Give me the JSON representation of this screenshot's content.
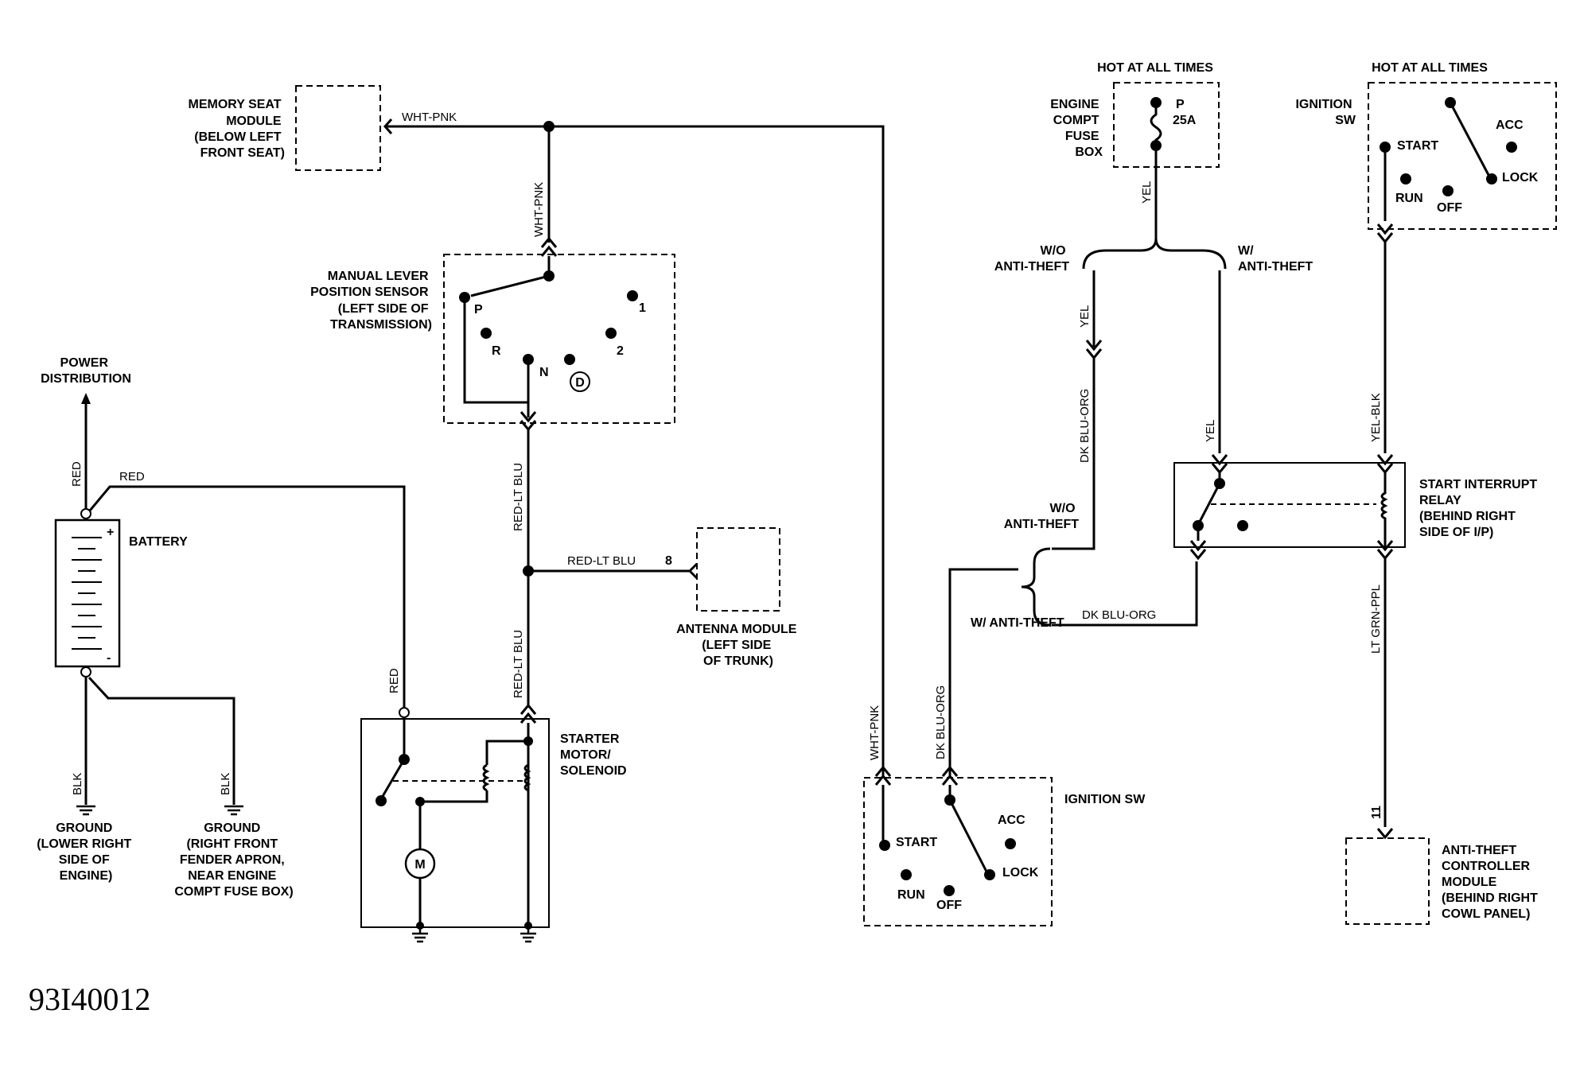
{
  "labels": {
    "memory_seat": [
      "MEMORY SEAT",
      "MODULE",
      "(BELOW LEFT",
      "FRONT SEAT)"
    ],
    "manual_lever": [
      "MANUAL LEVER",
      "POSITION SENSOR",
      "(LEFT SIDE OF",
      "TRANSMISSION)"
    ],
    "power_distribution": [
      "POWER",
      "DISTRIBUTION"
    ],
    "battery": "BATTERY",
    "antenna": [
      "ANTENNA MODULE",
      "(LEFT SIDE",
      "OF TRUNK)"
    ],
    "starter": [
      "STARTER",
      "MOTOR/",
      "SOLENOID"
    ],
    "ground_engine": [
      "GROUND",
      "(LOWER RIGHT",
      "SIDE OF",
      "ENGINE)"
    ],
    "ground_fender": [
      "GROUND",
      "(RIGHT FRONT",
      "FENDER APRON,",
      "NEAR ENGINE",
      "COMPT FUSE BOX)"
    ],
    "hot_left": "HOT AT ALL TIMES",
    "hot_right": "HOT AT ALL TIMES",
    "fuse_box": [
      "ENGINE",
      "COMPT",
      "FUSE",
      "BOX"
    ],
    "fuse_id": "P",
    "fuse_rating": "25A",
    "ign_sw_top": [
      "IGNITION",
      "SW"
    ],
    "ign_sw_bottom": "IGNITION SW",
    "wo_top": [
      "W/O",
      "ANTI-THEFT"
    ],
    "w_top": [
      "W/",
      "ANTI-THEFT"
    ],
    "wo_mid": [
      "W/O",
      "ANTI-THEFT"
    ],
    "w_mid": "W/ ANTI-THEFT",
    "relay": [
      "START INTERRUPT",
      "RELAY",
      "(BEHIND RIGHT",
      "SIDE OF I/P)"
    ],
    "anti_theft_module": [
      "ANTI-THEFT",
      "CONTROLLER",
      "MODULE",
      "(BEHIND RIGHT",
      "COWL PANEL)"
    ],
    "figure_id": "93I40012"
  },
  "sw_positions": {
    "start": "START",
    "acc": "ACC",
    "run": "RUN",
    "off": "OFF",
    "lock": "LOCK"
  },
  "prndl": {
    "p": "P",
    "r": "R",
    "n": "N",
    "d": "D",
    "two": "2",
    "one": "1"
  },
  "motor": "M",
  "wires": {
    "wht_pnk_h": "WHT-PNK",
    "wht_pnk_v": "WHT-PNK",
    "wht_pnk_ign": "WHT-PNK",
    "red_ltblu_1": "RED-LT BLU",
    "red_ltblu_2": "RED-LT BLU",
    "red_ltblu_ant": "RED-LT BLU",
    "antenna_pin": "8",
    "red_batt_v": "RED",
    "red_batt_h": "RED",
    "red_starter": "RED",
    "blk_1": "BLK",
    "blk_2": "BLK",
    "yel_fuse": "YEL",
    "yel_left": "YEL",
    "yel_right": "YEL",
    "dk_blu_org_v": "DK BLU-ORG",
    "dk_blu_org_h": "DK BLU-ORG",
    "dk_blu_org_ign": "DK BLU-ORG",
    "yel_blk": "YEL-BLK",
    "lt_grn_ppl": "LT GRN-PPL",
    "pin_11": "11"
  }
}
